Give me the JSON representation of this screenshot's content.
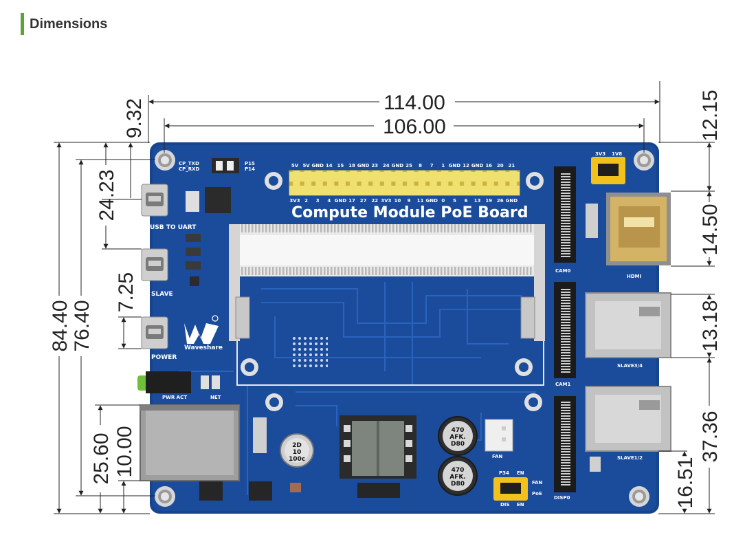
{
  "heading": "Dimensions",
  "board": {
    "title": "Compute Module PoE Board",
    "brand": "Waveshare",
    "labels": {
      "usb_to_uart": "USB TO UART",
      "slave": "SLAVE",
      "power": "POWER",
      "pwr_act": "PWR ACT",
      "net": "NET",
      "cam0": "CAM0",
      "cam1": "CAM1",
      "disp0": "DISP0",
      "hdmi": "HDMI",
      "slave34": "SLAVE3/4",
      "slave12": "SLAVE1/2",
      "fan": "FAN",
      "fan_poe": "FAN",
      "poe": "PoE",
      "p34": "P34",
      "en": "EN",
      "dis": "DIS",
      "en2": "EN",
      "v33": "3V3",
      "v18": "1V8",
      "cp_txd": "CP_TXD",
      "cp_rxd": "CP_RXD",
      "p15": "P15",
      "p14": "P14"
    },
    "gpio_top": [
      "5V",
      "5V",
      "GND",
      "14",
      "15",
      "18",
      "GND",
      "23",
      "24",
      "GND",
      "25",
      "8",
      "7",
      "1",
      "GND",
      "12",
      "GND",
      "16",
      "20",
      "21"
    ],
    "gpio_bottom": [
      "3V3",
      "2",
      "3",
      "4",
      "GND",
      "17",
      "27",
      "22",
      "3V3",
      "10",
      "9",
      "11",
      "GND",
      "0",
      "5",
      "6",
      "13",
      "19",
      "26",
      "GND"
    ],
    "cap1": [
      "2D",
      "10",
      "100c"
    ],
    "cap2": [
      "470",
      "AFK.",
      "D80"
    ],
    "cap3": [
      "470",
      "AFK.",
      "D80"
    ]
  },
  "dimensions": {
    "overall_width": "114.00",
    "hole_spacing_x": "106.00",
    "overall_height": "84.40",
    "hole_spacing_y": "76.40",
    "top_hole_offset": "9.32",
    "usb_uart_to_slave": "24.23",
    "slave_to_power": "7.25",
    "rj45_height": "25.60",
    "rj45_bottom": "10.00",
    "hdmi_top_offset": "12.15",
    "hdmi_height": "14.50",
    "usb34_height": "13.18",
    "usb12_span": "37.36",
    "usb12_bottom": "16.51"
  }
}
